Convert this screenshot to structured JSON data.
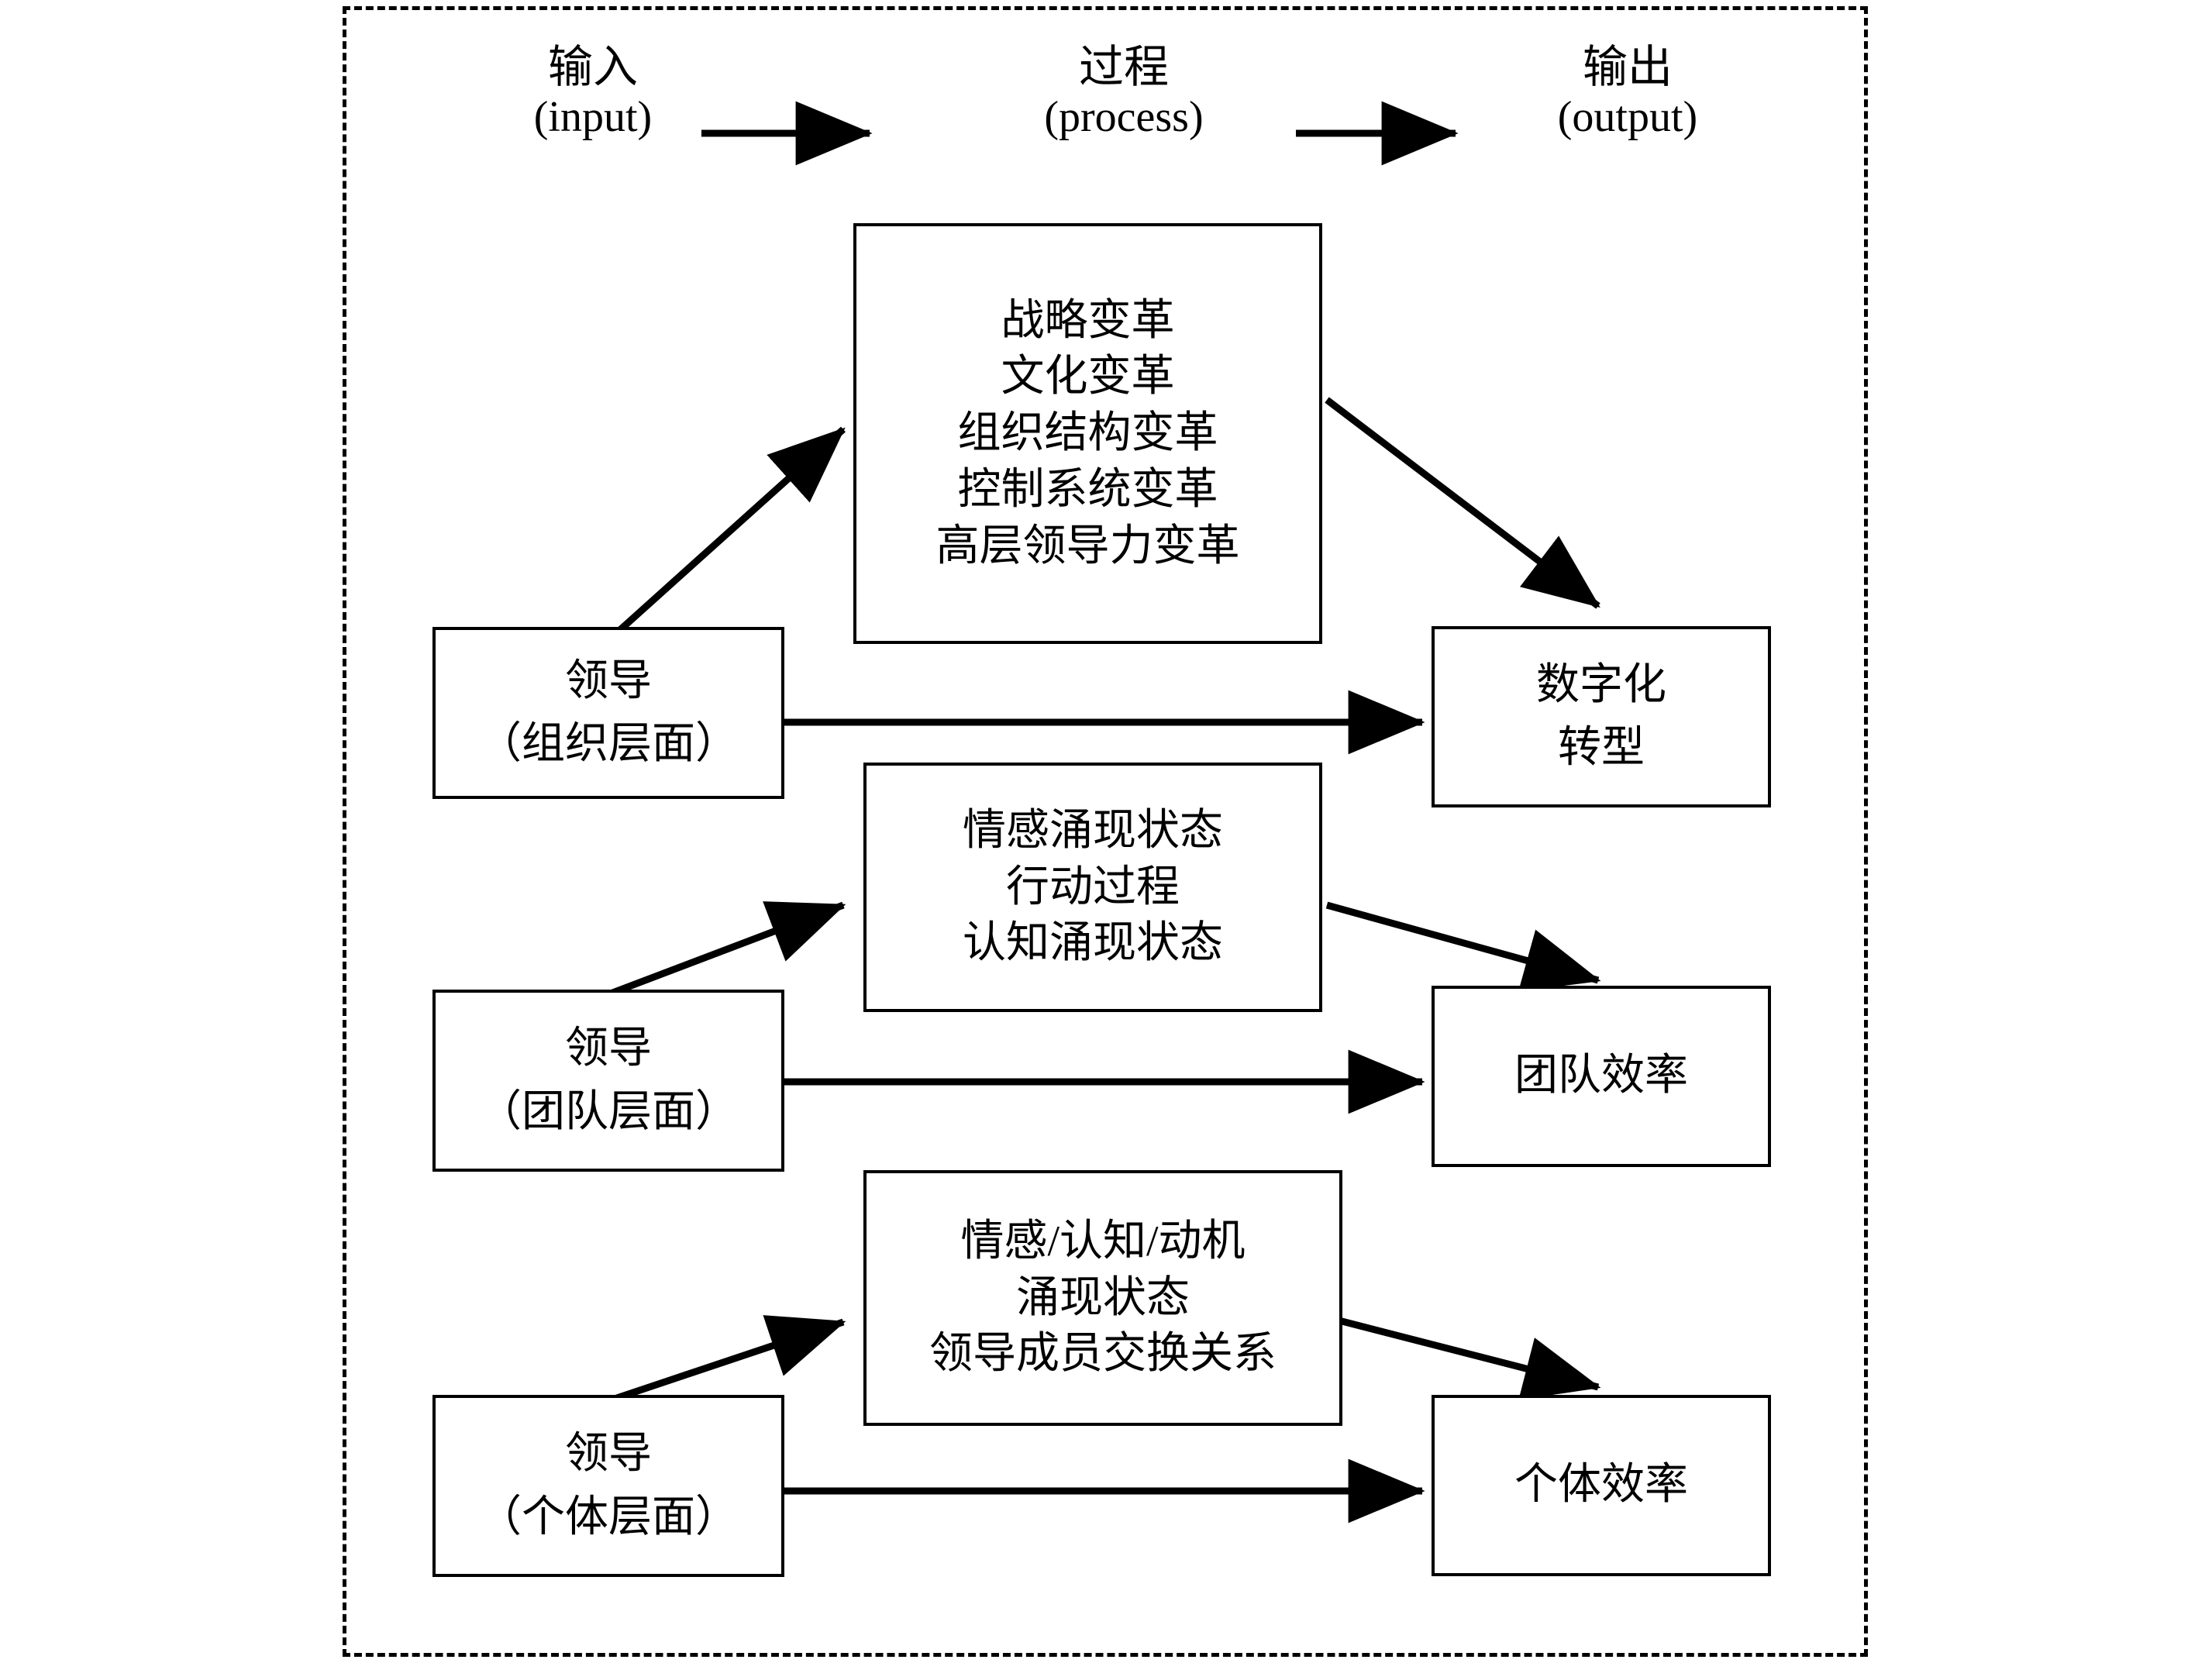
{
  "diagram": {
    "frame": {
      "style": "dashed",
      "color": "#000000"
    },
    "header": {
      "input": {
        "cn": "输入",
        "en": "(input)"
      },
      "process": {
        "cn": "过程",
        "en": "(process)"
      },
      "output": {
        "cn": "输出",
        "en": "(output)"
      }
    },
    "inputs": [
      {
        "lines": [
          "领导",
          "（组织层面）"
        ]
      },
      {
        "lines": [
          "领导",
          "（团队层面）"
        ]
      },
      {
        "lines": [
          "领导",
          "（个体层面）"
        ]
      }
    ],
    "processes": [
      {
        "lines": [
          "战略变革",
          "文化变革",
          "组织结构变革",
          "控制系统变革",
          "高层领导力变革"
        ]
      },
      {
        "lines": [
          "情感涌现状态",
          "行动过程",
          "认知涌现状态"
        ]
      },
      {
        "lines": [
          "情感/认知/动机",
          "涌现状态",
          "领导成员交换关系"
        ]
      }
    ],
    "outputs": [
      {
        "lines": [
          "数字化",
          "转型"
        ]
      },
      {
        "lines": [
          "团队效率"
        ]
      },
      {
        "lines": [
          "个体效率"
        ]
      }
    ]
  }
}
